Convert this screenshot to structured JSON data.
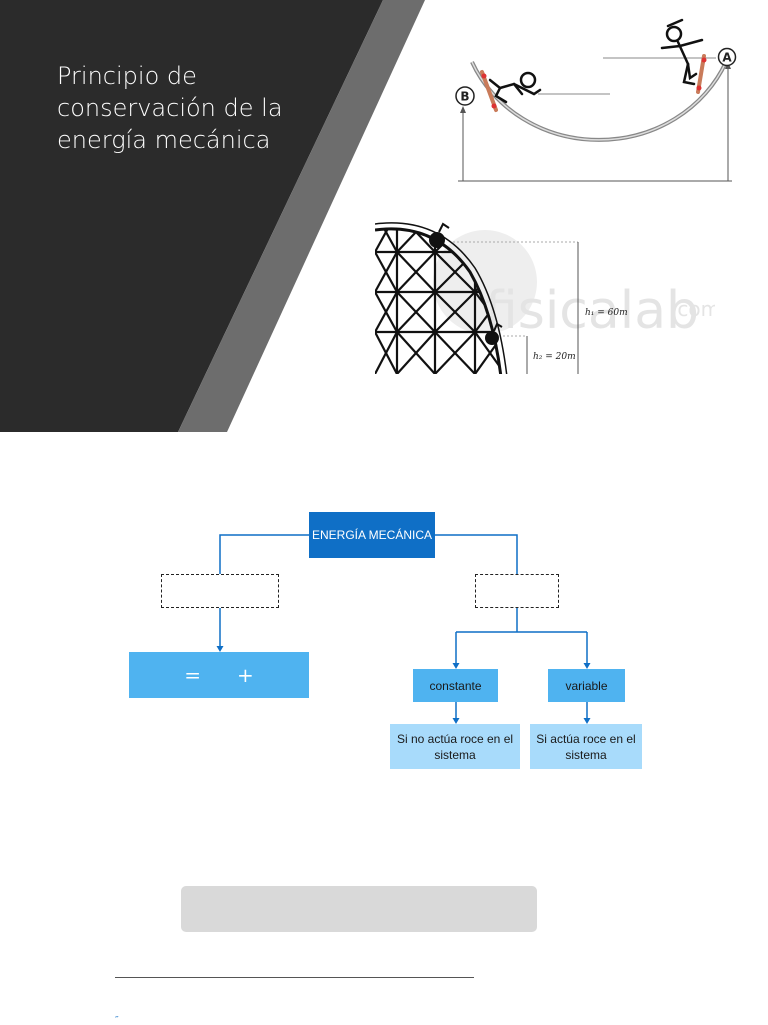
{
  "slide": {
    "title": "Principio de conservación de la energía mecánica",
    "colors": {
      "dark": "#2b2b2b",
      "stripe": "#6d6d6d",
      "accent": "#0f6fc6",
      "mid": "#4fb3f0",
      "light": "#a8dbfb",
      "gray_box": "#d9d9d9"
    }
  },
  "halfpipe": {
    "label_b": "B",
    "label_a": "A"
  },
  "coaster": {
    "h1_label": "h₁ = 60m",
    "h2_label": "h₂ = 20m",
    "watermark": "fisicalab",
    "watermark_suffix": ".com"
  },
  "diagram": {
    "root": "ENERGÍA MECÁNICA",
    "formula": {
      "op_equals": "=",
      "op_plus": "+"
    },
    "branches": [
      {
        "label": "constante",
        "note": "Si no actúa roce en el sistema"
      },
      {
        "label": "variable",
        "note": "Si actúa roce en el sistema"
      }
    ]
  },
  "footnote": {
    "mark": "˝"
  }
}
